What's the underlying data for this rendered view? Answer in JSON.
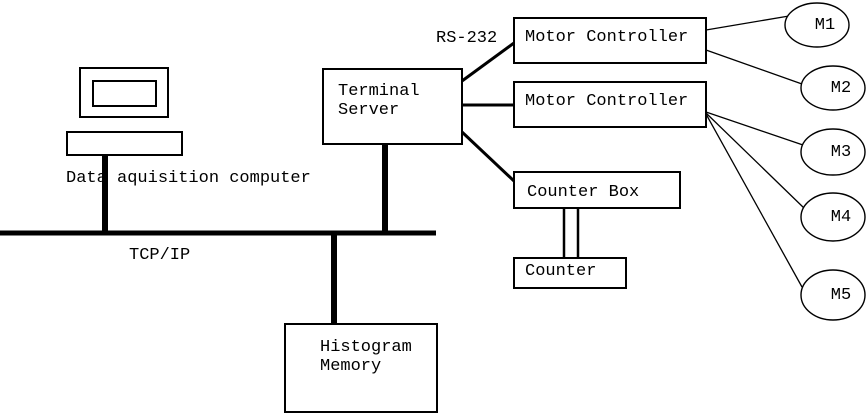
{
  "labels": {
    "computer_caption": "Data aquisition computer",
    "bus": "TCP/IP",
    "serial_link": "RS-232"
  },
  "nodes": {
    "terminal_server": "Terminal\nServer",
    "motor_controller_1": "Motor Controller",
    "motor_controller_2": "Motor Controller",
    "counter_box": "Counter Box",
    "counter": "Counter",
    "histogram_memory": "Histogram\nMemory",
    "motors": [
      "M1",
      "M2",
      "M3",
      "M4",
      "M5"
    ]
  },
  "colors": {
    "line": "#000000",
    "background": "#ffffff"
  }
}
